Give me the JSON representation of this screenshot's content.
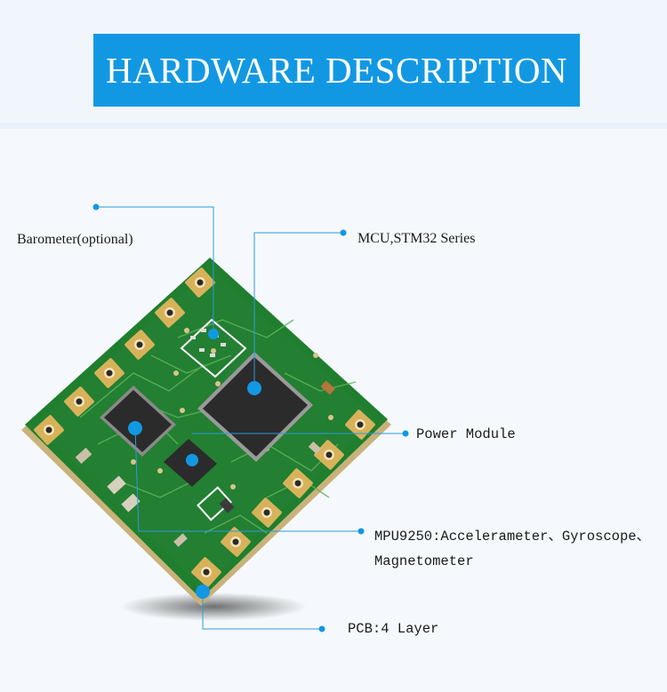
{
  "header": {
    "title": "HARDWARE DESCRIPTION"
  },
  "callouts": {
    "barometer": "Barometer(optional)",
    "mcu": "MCU,STM32 Series",
    "power": "Power Module",
    "mpu_line1": "MPU9250:Accelerameter、Gyroscope、",
    "mpu_line2": "Magnetometer",
    "pcb": "PCB:4 Layer"
  },
  "colors": {
    "accent": "#1298e2",
    "pcb_green": "#1d7a2c",
    "gold_pad": "#d8b25a",
    "chip": "#2b2b2b"
  }
}
